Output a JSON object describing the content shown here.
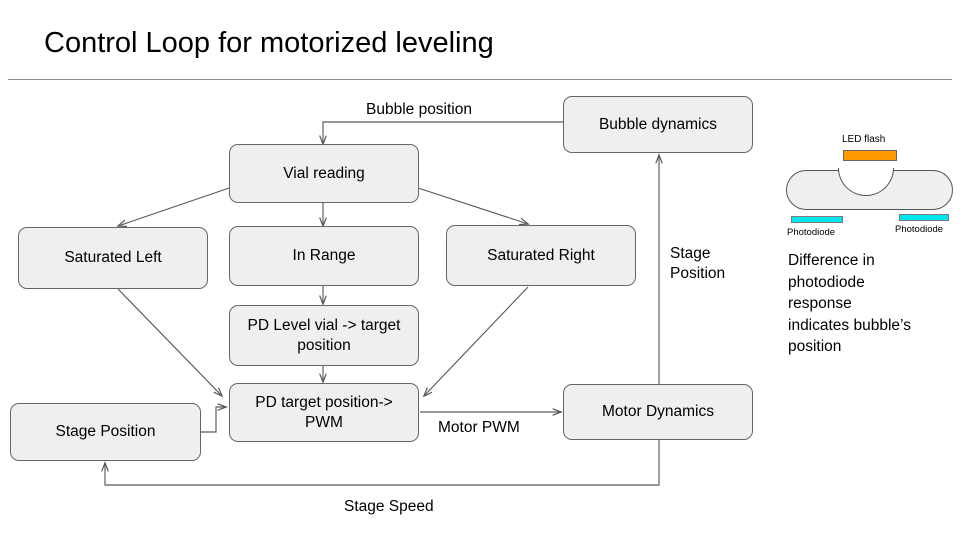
{
  "slide": {
    "title": "Control Loop for motorized leveling"
  },
  "diagram": {
    "nodes": [
      {
        "id": "bubble-dynamics",
        "label": "Bubble dynamics"
      },
      {
        "id": "vial-reading",
        "label": "Vial reading"
      },
      {
        "id": "saturated-left",
        "label": "Saturated Left"
      },
      {
        "id": "in-range",
        "label": "In Range"
      },
      {
        "id": "saturated-right",
        "label": "Saturated Right"
      },
      {
        "id": "pd-level-vial",
        "label": "PD Level vial ->\ntarget position"
      },
      {
        "id": "pd-target-pwm",
        "label": "PD target position->\nPWM"
      },
      {
        "id": "stage-position",
        "label": "Stage Position"
      },
      {
        "id": "motor-dynamics",
        "label": "Motor Dynamics"
      }
    ],
    "edge_labels": [
      {
        "id": "bubble-position",
        "text": "Bubble position"
      },
      {
        "id": "stage-position",
        "text": "Stage\nPosition"
      },
      {
        "id": "motor-pwm",
        "text": "Motor PWM"
      },
      {
        "id": "stage-speed",
        "text": "Stage Speed"
      }
    ],
    "colors": {
      "node_fill": "#efefef",
      "node_stroke": "#666666",
      "edge_stroke": "#595959",
      "text": "#000000"
    }
  },
  "illustration": {
    "led_label": "LED flash",
    "photodiode_left_label": "Photodiode",
    "photodiode_right_label": "Photodiode",
    "caption": "Difference in\nphotodiode\nresponse\nindicates bubble’s\nposition",
    "colors": {
      "led": "#ff9900",
      "photodiode": "#00e6f0",
      "vial_fill": "#efefef",
      "bubble_fill": "#ffffff"
    }
  }
}
